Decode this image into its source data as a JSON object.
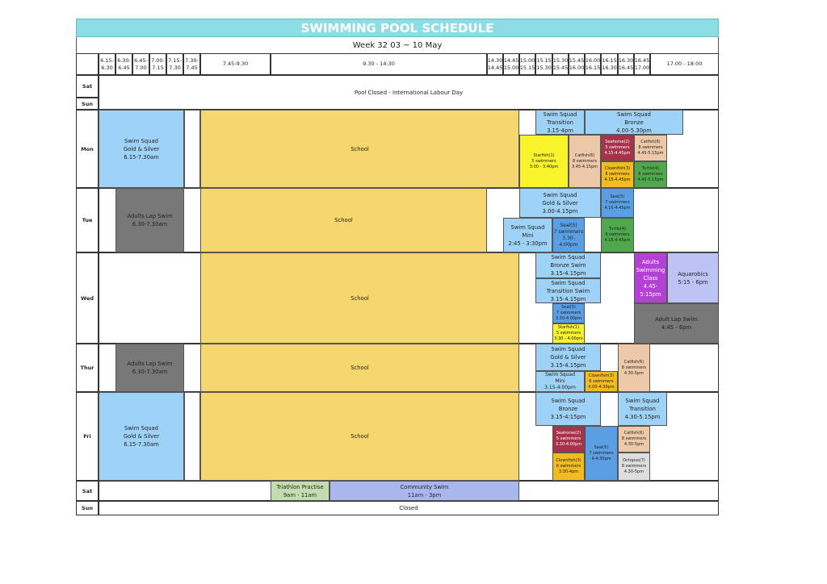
{
  "title": "SWIMMING POOL SCHEDULE",
  "week": "Week 32    03  ~  10 May",
  "time_slots": [
    "6.15-\n6.30",
    "6.30-\n6.45",
    "6.45-\n7.00",
    "7.00-\n7.15",
    "7.15-\n7.30",
    "7.30-\n7.45",
    "7.45-9.30",
    "9.30 - 14:30",
    "14.30\n14.45",
    "14.45\n15.00",
    "15.00\n15.15",
    "15.15\n15.30",
    "15.30\n15.45",
    "15.45\n16.00",
    "16.00\n16.15",
    "16.15\n16.30",
    "16.30\n16.45",
    "16.45\n17.00",
    "17.00 - 18:00"
  ],
  "days": {
    "sat": "Sat",
    "sun": "Sun",
    "mon": "Mon",
    "tue": "Tue",
    "wed": "Wed",
    "thu": "Thur",
    "fri": "Fri",
    "sat2": "Sat",
    "sun2": "Sun"
  },
  "weekend_closed": "Pool Closed - International Labour Day",
  "mon": {
    "squad_gs": "Swim Squad\nGold & Silver\n6.15-7.30am",
    "school": "School",
    "transition": "Swim Squad\nTransition\n3.15-4pm",
    "bronze": "Swim Squad\nBronze\n4.00-5.30pm",
    "starfish": "Starfish(1)\n5 swimmers\n3:00 - 3:40pm",
    "catfish": "Catfish(6)\n8 swimmers\n3.45-4.15pm",
    "seahorse": "Seahorse(2)\n5 swimmers\n4.15-4.45pm",
    "catfish2": "Catfish(6)\n8 swimmers\n4.45-5.15pm",
    "clownfish": "Clownfish(3)\n6 swimmers\n4.15-4.45pm",
    "turtle": "Turtle(4)\n6 swimmers\n4.45-5.15pm"
  },
  "tue": {
    "adults_lap": "Adults Lap Swim\n6.30-7.30am",
    "school": "School",
    "squad_gs": "Swim Squad\nGold & Silver\n3.00-4.15pm",
    "seal": "Seal(5)\n7 swimmers\n4.15-4.45pm",
    "mini": "Swim Squad\nMini\n2:45 - 3:30pm",
    "seal2": "Seal(5)\n7 swimmers\n3.30-\n4:00pm",
    "turtle": "Turtle(4)\n6 swimmers\n4.15-4.45pm"
  },
  "wed": {
    "school": "School",
    "bronze": "Swim Squad\nBronze Swim\n3.15-4.15pm",
    "transition": "Swim Squad\nTransition Swim\n3.15-4.15pm",
    "adults_class": "Adults\nSwimming\nClass\n4.45-5:15pm",
    "aquarobics": "Aquarobics\n5:15 - 6pm",
    "seal": "Seal(5)\n7 swimmers\n3.30-4:00pm",
    "starfish": "Starfish(1)\n5 swimmers\n3:30 - 4:00pm",
    "adult_lap": "Adult Lap Swim\n4:45 - 6pm"
  },
  "thu": {
    "adults_lap": "Adults Lap Swim\n6.30-7.30am",
    "school": "School",
    "squad_gs": "Swim Squad\nGold & Silver\n3.15-4.15pm",
    "catfish": "Catfish(6)\n8 swimmers\n4.30-5pm",
    "mini": "Swim Squad\nMini\n3.15-4:00pm",
    "clownfish": "Clownfish(3)\n6 swimmers\n4.00-4:30pm"
  },
  "fri": {
    "squad_gs": "Swim Squad\nGold & Silver\n6.15-7.30am",
    "school": "School",
    "bronze": "Swim Squad\nBronze\n3.15-4:15pm",
    "transition": "Swim Squad\nTransition\n4.30-5.15pm",
    "seahorse": "Seahorse(2)\n5 swimmers\n3.30-4:00pm",
    "seal": "Seal(5)\n7 swimmers\n4-4:30pm",
    "catfish": "Catfish(6)\n8 swimmers\n4:30-5pm",
    "clownfish": "Clownfish(3)\n6 swimmers\n3:30-4pm",
    "octopus": "Octopus(7)\n8 swimmers\n4.30-5pm"
  },
  "sat2": {
    "triathlon": "Triathlon Practise\n9am - 11am",
    "community": "Community Swim\n11am - 3pm"
  },
  "sun2_closed": "Closed"
}
